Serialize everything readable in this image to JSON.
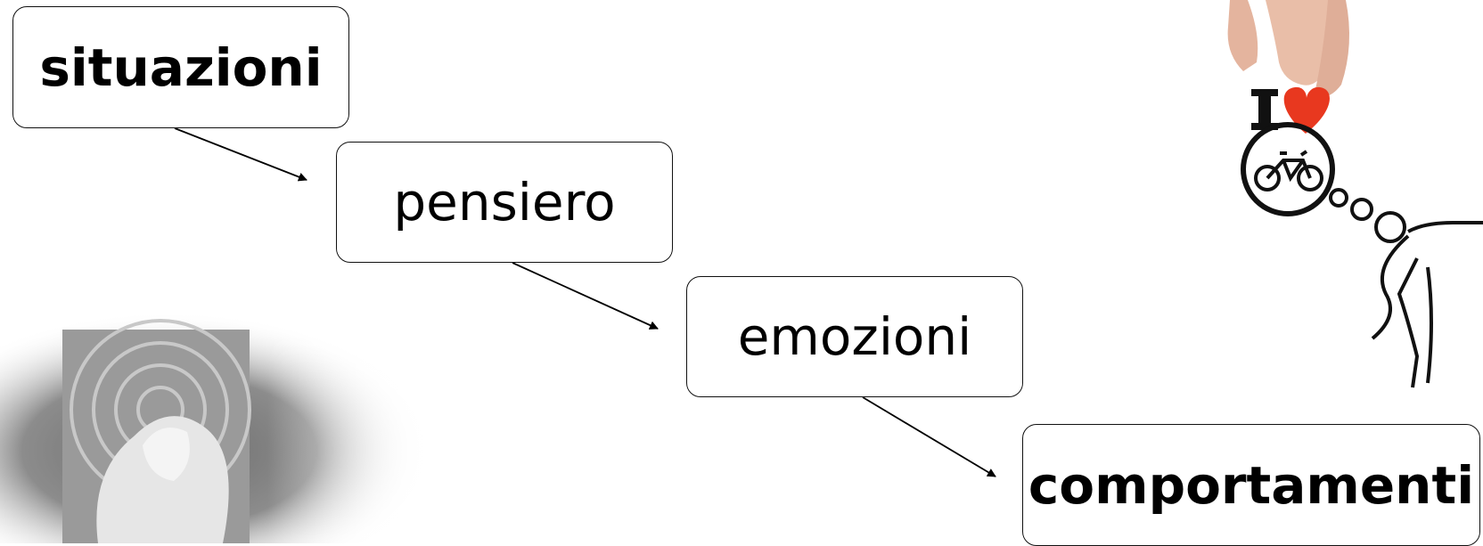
{
  "diagram": {
    "nodes": [
      {
        "id": "situazioni",
        "label": "situazioni",
        "bold": true
      },
      {
        "id": "pensiero",
        "label": "pensiero",
        "bold": false
      },
      {
        "id": "emozioni",
        "label": "emozioni",
        "bold": false
      },
      {
        "id": "comportamenti",
        "label": "comportamenti",
        "bold": true
      }
    ],
    "edges": [
      {
        "from": "situazioni",
        "to": "pensiero"
      },
      {
        "from": "pensiero",
        "to": "emozioni"
      },
      {
        "from": "emozioni",
        "to": "comportamenti"
      }
    ]
  },
  "images": {
    "left": "grayscale-figure-in-spiral-photo",
    "right": "hand-holding-i-love-bike-thought-bubble-sketch"
  },
  "colors": {
    "box_border": "#111111",
    "text": "#000000",
    "heart": "#e8381f",
    "background": "#ffffff"
  }
}
